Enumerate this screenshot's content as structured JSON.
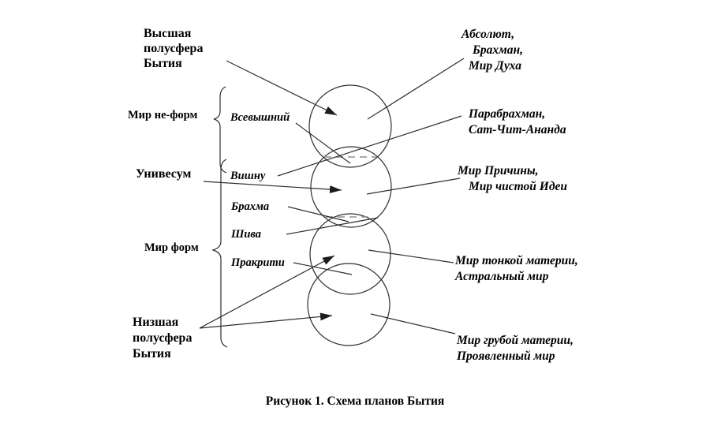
{
  "caption": "Рисунок 1. Схема планов Бытия",
  "colors": {
    "background": "#ffffff",
    "line_stroke": "#2e2e2e",
    "dashed_stroke": "#8f8f8f",
    "text": "#000000"
  },
  "left_column": {
    "upper_hemisphere": {
      "line1": "Высшая",
      "line2": "полусфера",
      "line3": "Бытия"
    },
    "world_of_non_forms": "Мир не-форм",
    "universum": "Унивесум",
    "world_of_forms": "Мир форм",
    "lower_hemisphere": {
      "line1": "Низшая",
      "line2": "полусфера",
      "line3": "Бытия"
    }
  },
  "deity_labels": {
    "supreme": "Всевышний",
    "vishnu": "Вишну",
    "brahma": "Брахма",
    "shiva": "Шива",
    "prakriti": "Пракрити"
  },
  "right_column": {
    "absolute": {
      "line1": "Абсолют,",
      "line2": "Брахман,",
      "line3": "Мир Духа"
    },
    "parabrahman": {
      "line1": "Парабрахман,",
      "line2": "Сат-Чит-Ананда"
    },
    "causal_world": {
      "line1": "Мир Причины,",
      "line2": "Мир чистой Идеи"
    },
    "subtle_matter_world": {
      "line1": "Мир тонкой материи,",
      "line2": "Астральный мир"
    },
    "gross_matter_world": {
      "line1": "Мир грубой материи,",
      "line2": "Проявленный мир"
    }
  }
}
